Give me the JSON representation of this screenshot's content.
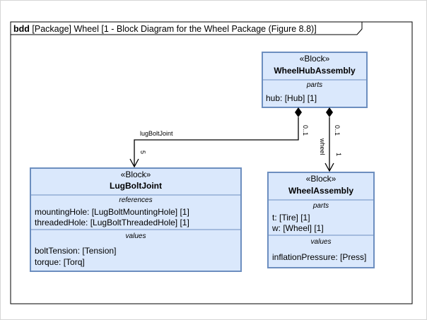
{
  "frame": {
    "keyword": "bdd",
    "title": "[Package] Wheel [1 - Block Diagram for the Wheel Package (Figure 8.8)]"
  },
  "blocks": {
    "hub": {
      "stereotype": "«Block»",
      "name": "WheelHubAssembly",
      "compartments": [
        {
          "label": "parts",
          "items": [
            "hub: [Hub]   [1]"
          ]
        }
      ]
    },
    "lug": {
      "stereotype": "«Block»",
      "name": "LugBoltJoint",
      "compartments": [
        {
          "label": "references",
          "items": [
            "mountingHole: [LugBoltMountingHole]   [1]",
            "threadedHole: [LugBoltThreadedHole]   [1]"
          ]
        },
        {
          "label": "values",
          "items": [
            "boltTension: [Tension]",
            "torque: [Torq]"
          ]
        }
      ]
    },
    "wheel": {
      "stereotype": "«Block»",
      "name": "WheelAssembly",
      "compartments": [
        {
          "label": "parts",
          "items": [
            "t: [Tire]   [1]",
            "w: [Wheel]   [1]"
          ]
        },
        {
          "label": "values",
          "items": [
            "inflationPressure: [Press]"
          ]
        }
      ]
    }
  },
  "associations": {
    "lug_assoc": {
      "role": "lugBoltJoint",
      "source_mult": "0..1",
      "target_mult": "5"
    },
    "wheel_assoc": {
      "role": "wheel",
      "source_mult": "0..1",
      "target_mult": "1"
    }
  },
  "colors": {
    "block_fill": "#dae8fc",
    "block_stroke": "#6c8ebf",
    "line": "#000000"
  }
}
